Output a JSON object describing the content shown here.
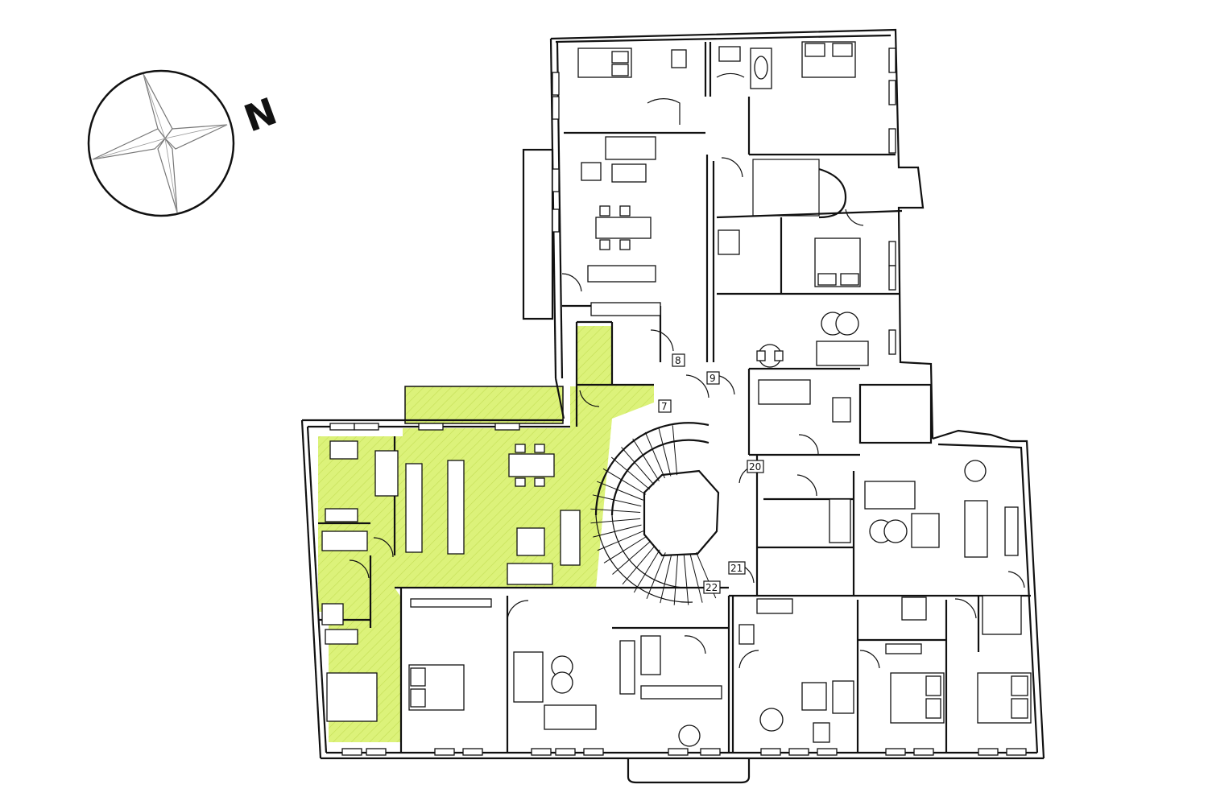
{
  "compass": {
    "north_label": "N",
    "icon": "compass-rose-icon"
  },
  "highlight_color": "#dcf27a",
  "room_numbers": [
    "7",
    "8",
    "9",
    "20",
    "21",
    "22"
  ]
}
